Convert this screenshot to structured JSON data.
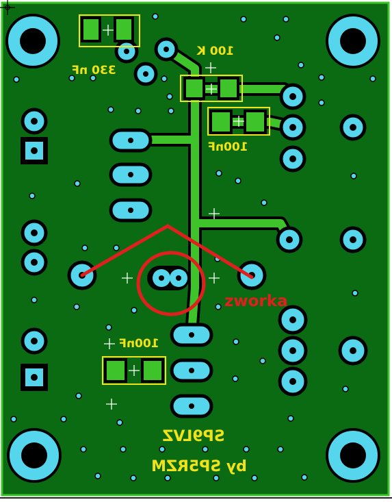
{
  "board": {
    "substrate_color": "#0b6b12",
    "trace_color": "#3ec42a",
    "pad_color": "#55d6ec",
    "hole_color": "#000000",
    "silk_color": "#f2e21a",
    "annotation_color": "#e0201e"
  },
  "labels": {
    "cap_330nf": "330 nF",
    "res_100k": "100 K",
    "cap_100nf_top": "100nF",
    "cap_100nf_bottom": "100nF",
    "title": "SP9LVZ",
    "author": "by SP5RZM",
    "jumper": "zworka"
  },
  "icons": {
    "crosshair": "crosshair-icon"
  }
}
